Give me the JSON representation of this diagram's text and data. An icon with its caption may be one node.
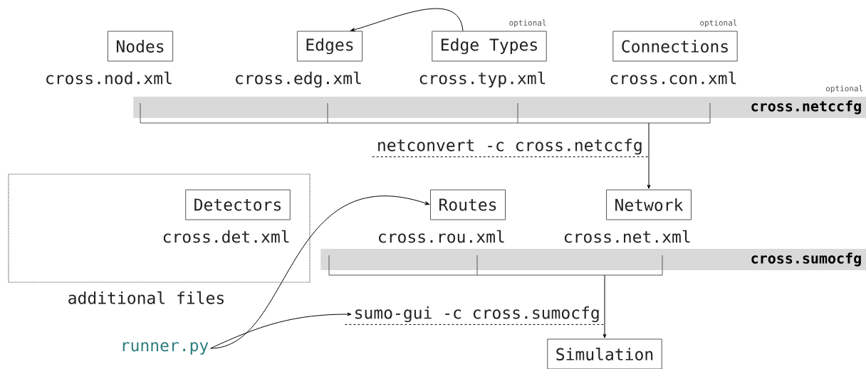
{
  "diagram": {
    "nodes": [
      {
        "text": [
          "Nodes"
        ],
        "beside": [
          "cross.nod.xml"
        ]
      },
      {
        "text": [
          "Edges"
        ],
        "beside": [
          "cross.edg.xml"
        ]
      },
      {
        "text": [
          "Edge Types"
        ],
        "beside": [
          "optional",
          "cross.typ.xml"
        ]
      },
      {
        "text": [
          "Connections"
        ],
        "beside": [
          "optional",
          "cross.con.xml"
        ]
      },
      {
        "text": [
          "cross.netccfg"
        ],
        "beside": [
          "optional"
        ]
      },
      {
        "text": [
          "Network"
        ],
        "beside": [
          "cross.net.xml"
        ]
      },
      {
        "text": [
          "additional files"
        ]
      },
      {
        "text": [
          "Detectors"
        ],
        "beside": [
          "cross.det.xml"
        ],
        "in": 6
      },
      {
        "text": [
          "Routes"
        ],
        "beside": [
          "cross.rou.xml"
        ]
      },
      {
        "text": [
          "cross.sumocfg"
        ]
      },
      {
        "text": [
          "sumo-gui -c cross.sumocfg"
        ]
      },
      {
        "text": [
          "Simulation"
        ]
      },
      {
        "text": [
          "runner.py"
        ]
      }
    ],
    "edges": [
      {
        "from": 2,
        "to": 1,
        "arrow": "to"
      },
      {
        "from": 4,
        "to": 5,
        "arrow": "to",
        "label": "netconvert -c cross.netccfg"
      },
      {
        "from": 9,
        "to": 11,
        "arrow": "to"
      },
      {
        "from": 12,
        "to": 8,
        "arrow": "to"
      },
      {
        "from": 12,
        "to": 10,
        "arrow": "to"
      }
    ]
  }
}
